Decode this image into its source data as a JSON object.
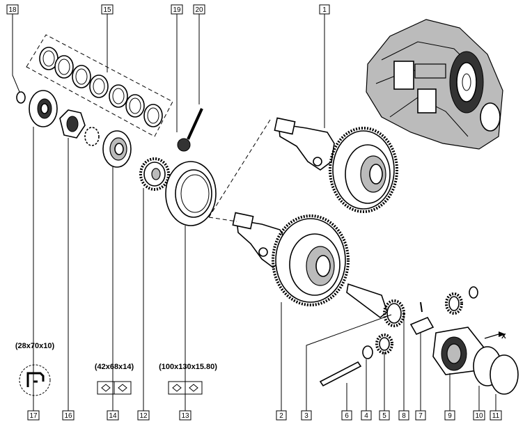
{
  "callouts": {
    "c1": "1",
    "c2": "2",
    "c3": "3",
    "c4": "4",
    "c5": "5",
    "c6": "6",
    "c7": "7",
    "c8": "8",
    "c9": "9",
    "c10": "10",
    "c11": "11",
    "c12": "12",
    "c13": "13",
    "c14": "14",
    "c15": "15",
    "c16": "16",
    "c17": "17",
    "c18": "18",
    "c19": "19",
    "c20": "20"
  },
  "dimensions": {
    "seal_17": "(28x70x10)",
    "bearing_14": "(42x68x14)",
    "bearing_13": "(100x130x15.80)"
  },
  "axis_label": "X"
}
